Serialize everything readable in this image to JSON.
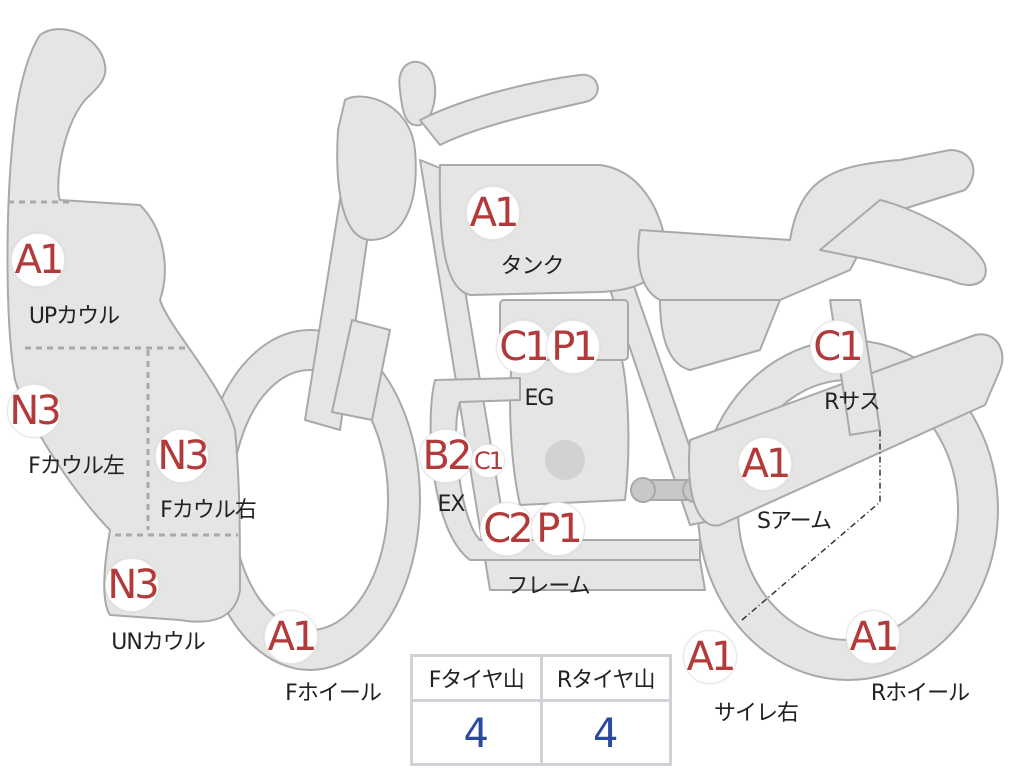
{
  "colors": {
    "body_fill": "#e5e5e3",
    "outline": "#a8aaa8",
    "code_text": "#b23a3a",
    "label_text": "#222222",
    "table_border": "#cfd3d7",
    "table_value": "#2a4aa0"
  },
  "parts": [
    {
      "code": "A1",
      "label": "タンク"
    },
    {
      "code": "A1",
      "label": "UPカウル"
    },
    {
      "code": "N3",
      "label": "Fカウル左"
    },
    {
      "code": "N3",
      "label": "Fカウル右"
    },
    {
      "code": "N3",
      "label": "UNカウル"
    },
    {
      "code": "C1",
      "label": ""
    },
    {
      "code": "P1",
      "label": "EG"
    },
    {
      "code": "B2",
      "label": "EX"
    },
    {
      "code": "C1",
      "label": ""
    },
    {
      "code": "C2",
      "label": ""
    },
    {
      "code": "P1",
      "label": "フレーム"
    },
    {
      "code": "C1",
      "label": "Rサス"
    },
    {
      "code": "A1",
      "label": "Sアーム"
    },
    {
      "code": "A1",
      "label": "Fホイール"
    },
    {
      "code": "A1",
      "label": "サイレ右"
    },
    {
      "code": "A1",
      "label": "Rホイール"
    }
  ],
  "tire_table": {
    "headers": [
      "Fタイヤ山",
      "Rタイヤ山"
    ],
    "values": [
      "4",
      "4"
    ]
  }
}
